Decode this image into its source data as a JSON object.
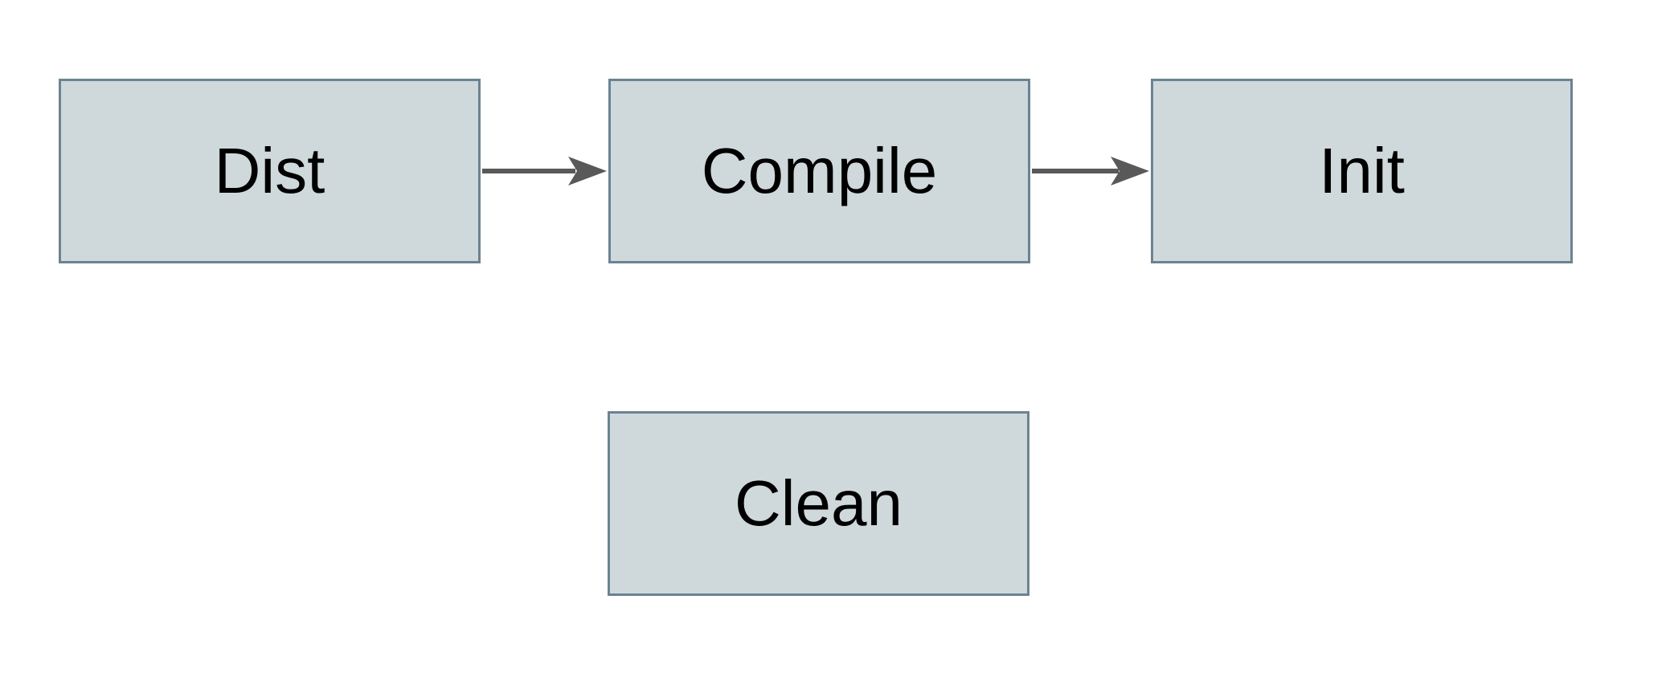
{
  "diagram": {
    "title": "build-targets-flow",
    "nodes": [
      {
        "id": "dist",
        "label": "Dist"
      },
      {
        "id": "compile",
        "label": "Compile"
      },
      {
        "id": "init",
        "label": "Init"
      },
      {
        "id": "clean",
        "label": "Clean"
      }
    ],
    "edges": [
      {
        "from": "dist",
        "to": "compile",
        "direction": "right"
      },
      {
        "from": "compile",
        "to": "init",
        "direction": "right"
      }
    ],
    "colors": {
      "node_fill": "#cfd9dc",
      "node_border": "#6b8392",
      "arrow": "#595959",
      "text": "#000000",
      "background": "#ffffff"
    }
  }
}
